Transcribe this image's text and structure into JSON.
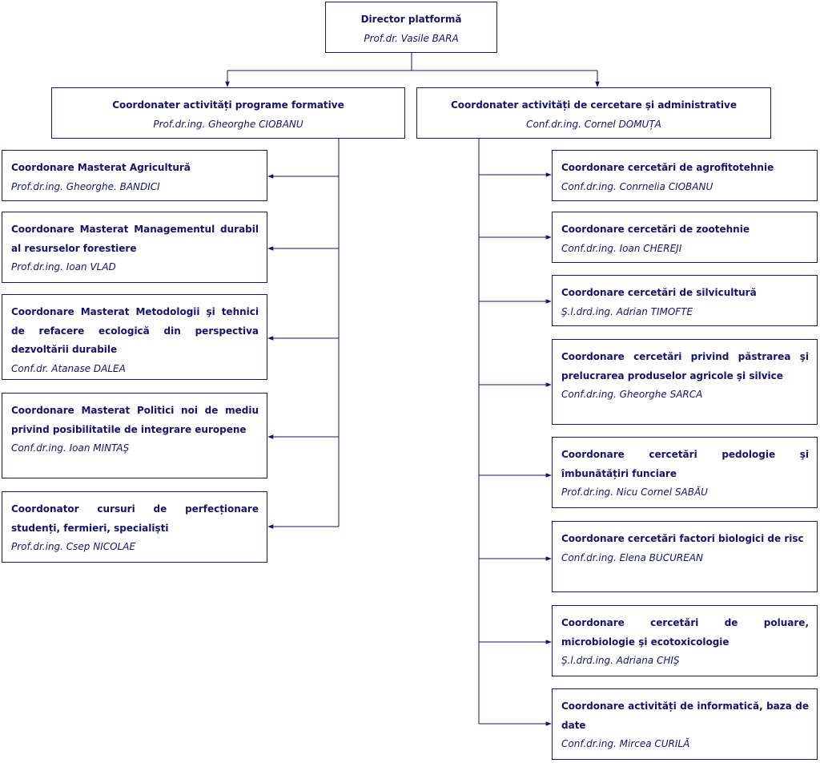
{
  "director": {
    "title": "Director platformă",
    "name": "Prof.dr. Vasile BARA"
  },
  "left_head": {
    "title": "Coordonater activități programe formative",
    "name": "Prof.dr.ing. Gheorghe CIOBANU"
  },
  "right_head": {
    "title": "Coordonater activități de cercetare şi administrative",
    "name": "Conf.dr.ing. Cornel DOMUȚA"
  },
  "left": [
    {
      "title": "Coordonare Masterat Agricultură",
      "name": "Prof.dr.ing. Gheorghe. BANDICI"
    },
    {
      "title": "Coordonare Masterat Managementul durabil al resurselor forestiere",
      "name": "Prof.dr.ing. Ioan VLAD"
    },
    {
      "title": "Coordonare Masterat Metodologii şi tehnici de refacere ecologică din perspectiva dezvoltării durabile",
      "name": "Conf.dr. Atanase DALEA"
    },
    {
      "title": "Coordonare Masterat Politici noi de mediu privind posibilitatile de integrare europene",
      "name": "Conf.dr.ing. Ioan MINTAŞ"
    },
    {
      "title": "Coordonator cursuri de perfecționare studenți, fermieri, specialişti",
      "name": "Prof.dr.ing. Csep NICOLAE"
    }
  ],
  "right": [
    {
      "title": "Coordonare cercetări de agrofitotehnie",
      "name": "Conf.dr.ing. Conrnelia CIOBANU"
    },
    {
      "title": "Coordonare cercetări de zootehnie",
      "name": "Conf.dr.ing. Ioan CHEREJI"
    },
    {
      "title": "Coordonare cercetări de silvicultură",
      "name": "Ş.l.drd.ing. Adrian TIMOFTE"
    },
    {
      "title": "Coordonare cercetări privind păstrarea şi prelucrarea produselor agricole şi silvice",
      "name": "Conf.dr.ing. Gheorghe SARCA"
    },
    {
      "title": "Coordonare cercetări pedologie şi îmbunătățiri funciare",
      "name": "Prof.dr.ing. Nicu Cornel SABĂU"
    },
    {
      "title": "Coordonare cercetări factori biologici de risc",
      "name": "Conf.dr.ing. Elena BUCUREAN"
    },
    {
      "title": "Coordonare cercetări de poluare, microbiologie şi ecotoxicologie",
      "name": "Ş.l.drd.ing. Adriana CHIŞ"
    },
    {
      "title": "Coordonare activități de informatică, baza de date",
      "name": "Conf.dr.ing. Mircea CURILĂ"
    }
  ]
}
